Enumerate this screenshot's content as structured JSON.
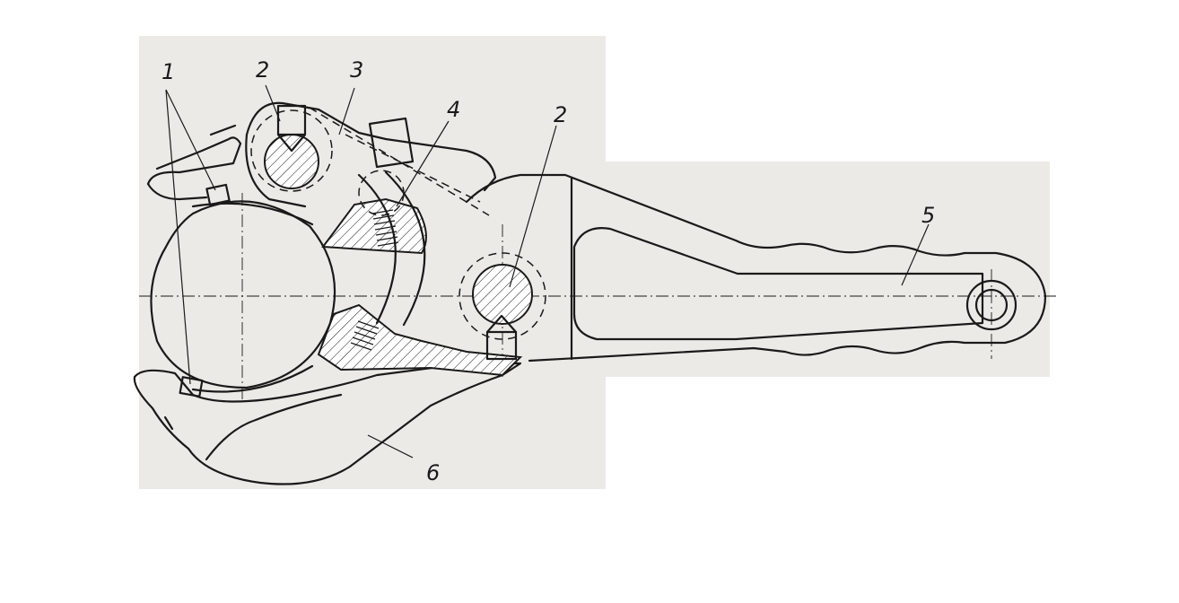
{
  "labels": {
    "l1": "1",
    "l2a": "2",
    "l3": "3",
    "l4": "4",
    "l2b": "2",
    "l5": "5",
    "l6": "6"
  },
  "colors": {
    "ink": "#1a1a1a",
    "paper": "#ffffff",
    "scan_shade": "#eceae6"
  }
}
